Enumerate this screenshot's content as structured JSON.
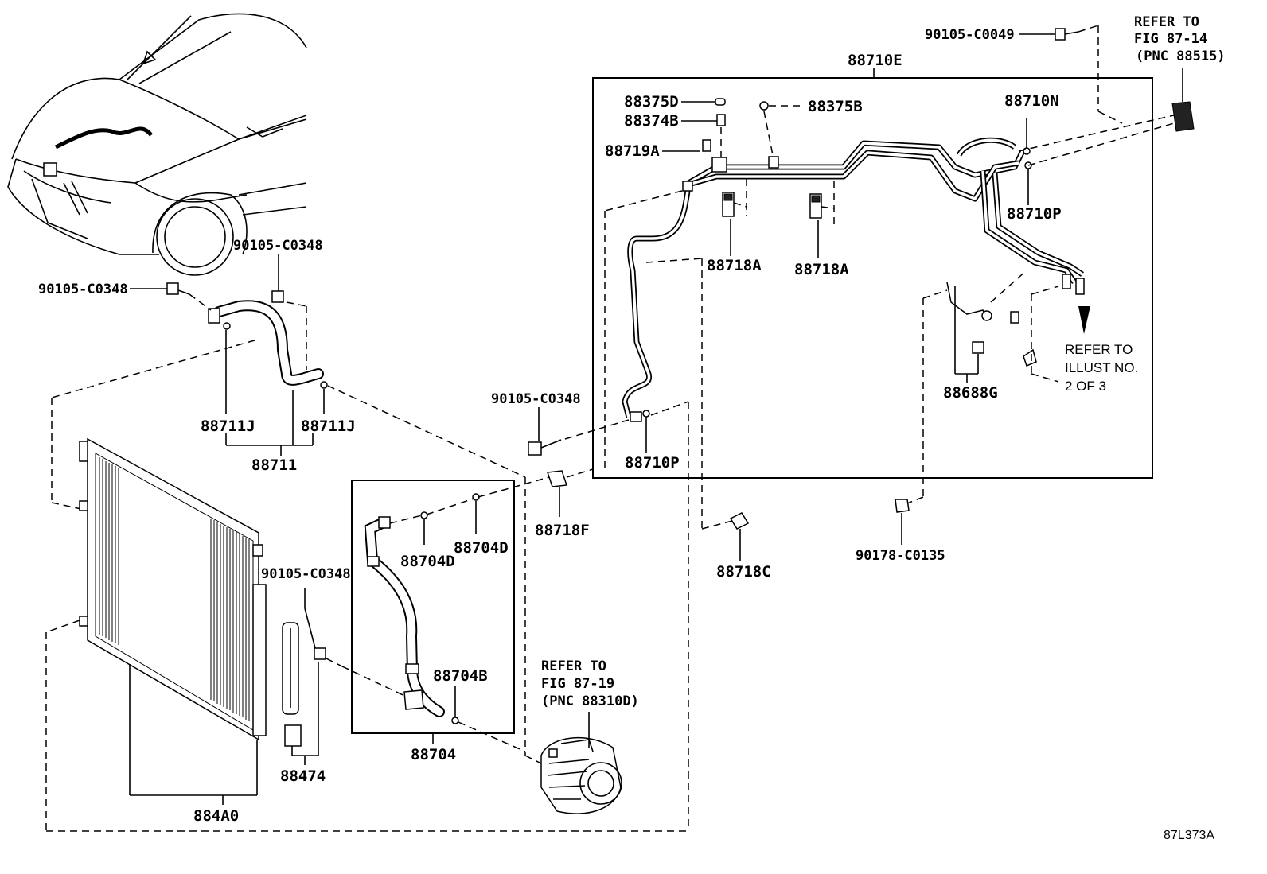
{
  "labels": {
    "l_88710E": "88710E",
    "l_90105_C0049": "90105-C0049",
    "l_88375D": "88375D",
    "l_88374B": "88374B",
    "l_88719A": "88719A",
    "l_88375B": "88375B",
    "l_88710N": "88710N",
    "l_88710P_top": "88710P",
    "l_88718A_1": "88718A",
    "l_88718A_2": "88718A",
    "l_88688G": "88688G",
    "l_88710P_low": "88710P",
    "l_90105_C0348_a": "90105-C0348",
    "l_90105_C0348_b": "90105-C0348",
    "l_90105_C0348_c": "90105-C0348",
    "l_90105_C0348_d": "90105-C0348",
    "l_88711J_a": "88711J",
    "l_88711J_b": "88711J",
    "l_88711": "88711",
    "l_88718F": "88718F",
    "l_88718C": "88718C",
    "l_90178_C0135": "90178-C0135",
    "l_88704D_a": "88704D",
    "l_88704D_b": "88704D",
    "l_88704B": "88704B",
    "l_88704": "88704",
    "l_88474": "88474",
    "l_884A0": "884A0"
  },
  "notes": {
    "fig_87_14": [
      "REFER TO",
      "FIG 87-14",
      "(PNC 88515)"
    ],
    "illust_2": [
      "REFER TO",
      "ILLUST NO.",
      "2 OF 3"
    ],
    "fig_87_19": [
      "REFER TO",
      "FIG 87-19",
      "(PNC 88310D)"
    ]
  },
  "diagram_code": "87L373A"
}
